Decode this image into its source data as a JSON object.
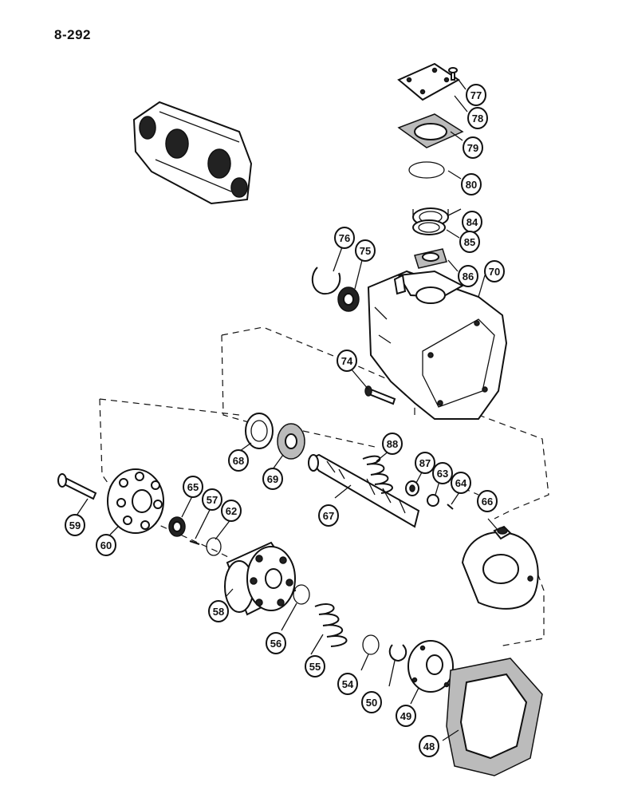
{
  "page_number": "8-292",
  "callouts": [
    "77",
    "78",
    "79",
    "80",
    "84",
    "85",
    "86",
    "70",
    "76",
    "75",
    "74",
    "68",
    "69",
    "88",
    "87",
    "63",
    "64",
    "66",
    "59",
    "60",
    "65",
    "57",
    "62",
    "67",
    "58",
    "56",
    "55",
    "54",
    "50",
    "49",
    "48"
  ]
}
